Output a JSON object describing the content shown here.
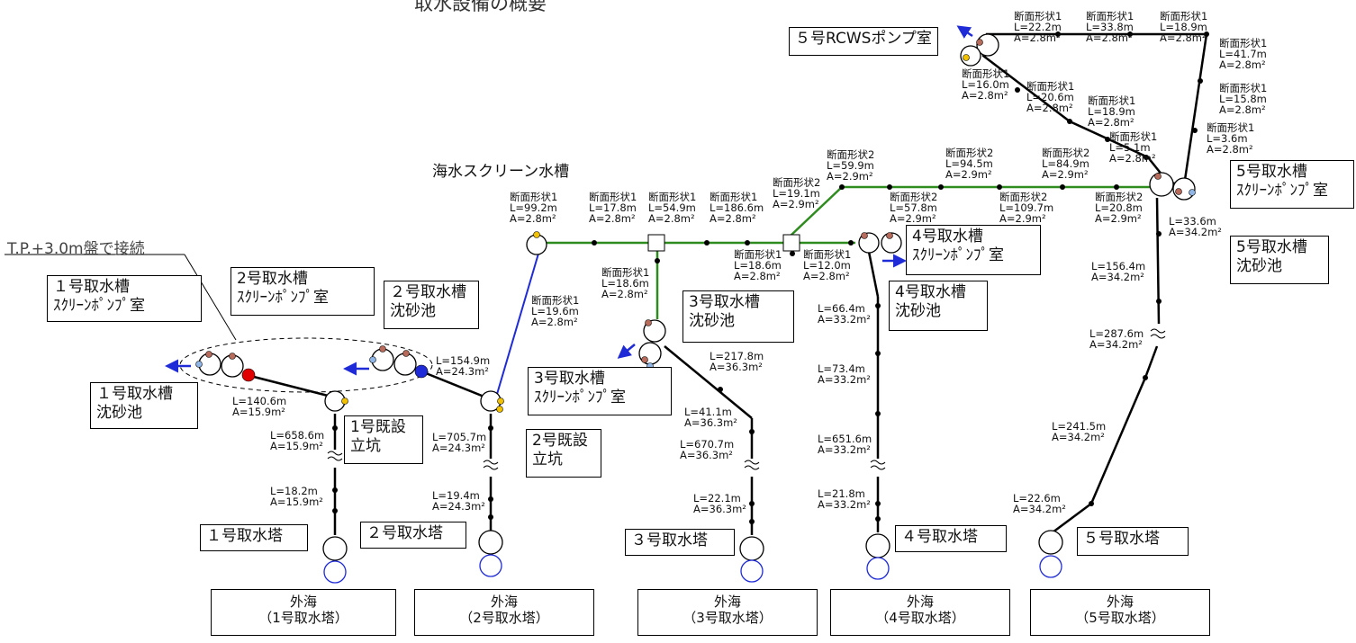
{
  "title": "取水設備の概要",
  "note_tp": "T.P.+3.0m盤で接続",
  "sea_screen_label": "海水スクリーン水槽",
  "facilities": {
    "u1_screen": "１号取水槽\nｽｸﾘｰﾝﾎﾟﾝﾌﾟ室",
    "u1_basin": "１号取水槽\n沈砂池",
    "u1_shaft": "1号既設\n立坑",
    "u1_tower": "１号取水塔",
    "u2_screen": "2号取水槽\nｽｸﾘｰﾝﾎﾟﾝﾌﾟ室",
    "u2_basin": "２号取水槽\n沈砂池",
    "u2_shaft": "2号既設\n立坑",
    "u2_tower": "２号取水塔",
    "u3_basin": "3号取水槽\n沈砂池",
    "u3_screen": "3号取水槽\nｽｸﾘｰﾝﾎﾟﾝﾌﾟ室",
    "u3_tower": "３号取水塔",
    "u4_screen": "4号取水槽\nｽｸﾘｰﾝﾎﾟﾝﾌﾟ室",
    "u4_basin": "4号取水槽\n沈砂池",
    "u4_tower": "４号取水塔",
    "u5_screen": "5号取水槽\nｽｸﾘｰﾝﾎﾟﾝﾌﾟ室",
    "u5_basin": "5号取水槽\n沈砂池",
    "u5_tower": "５号取水塔",
    "rcws": "５号RCWSポンプ室"
  },
  "oceans": [
    "外海\n（1号取水塔）",
    "外海\n（2号取水塔）",
    "外海\n（3号取水塔）",
    "外海\n（4号取水塔）",
    "外海\n（5号取水塔）"
  ],
  "labels": {
    "u1_a": "L=140.6m\nA=15.9m²",
    "u1_b": "L=658.6m\nA=15.9m²",
    "u1_c": "L=18.2m\nA=15.9m²",
    "u2_a": "L=154.9m\nA=24.3m²",
    "u2_b": "L=705.7m\nA=24.3m²",
    "u2_c": "L=19.4m\nA=24.3m²",
    "u3_a": "L=217.8m\nA=36.3m²",
    "u3_b": "L=41.1m\nA=36.3m²",
    "u3_c": "L=670.7m\nA=36.3m²",
    "u3_d": "L=22.1m\nA=36.3m²",
    "u4_a": "L=66.4m\nA=33.2m²",
    "u4_b": "L=73.4m\nA=33.2m²",
    "u4_c": "L=651.6m\nA=33.2m²",
    "u4_d": "L=21.8m\nA=33.2m²",
    "u5_a": "L=33.6m\nA=34.2m²",
    "u5_b": "L=156.4m\nA=34.2m²",
    "u5_c": "L=287.6m\nA=34.2m²",
    "u5_d": "L=241.5m\nA=34.2m²",
    "u5_e": "L=22.6m\nA=34.2m²",
    "blue_1": "断面形状1\nL=19.6m\nA=2.8m²",
    "sw_1": "断面形状1\nL=99.2m\nA=2.8m²",
    "sw_2": "断面形状1\nL=17.8m\nA=2.8m²",
    "sw_3": "断面形状1\nL=54.9m\nA=2.8m²",
    "sw_4": "断面形状1\nL=186.6m\nA=2.8m²",
    "sw_5": "断面形状1\nL=18.6m\nA=2.8m²",
    "sw_6": "断面形状1\nL=18.6m\nA=2.8m²",
    "sw_7": "断面形状1\nL=12.0m\nA=2.8m²",
    "sw_8": "断面形状2\nL=19.1m\nA=2.9m²",
    "sw_9": "断面形状2\nL=59.9m\nA=2.9m²",
    "sw_10": "断面形状2\nL=57.8m\nA=2.9m²",
    "sw_11": "断面形状2\nL=94.5m\nA=2.9m²",
    "sw_12": "断面形状2\nL=109.7m\nA=2.9m²",
    "sw_13": "断面形状2\nL=84.9m\nA=2.9m²",
    "sw_14": "断面形状2\nL=20.8m\nA=2.9m²",
    "sw_15": "断面形状1\nL=5.1m\nA=2.8m²",
    "rc_1": "断面形状1\nL=22.2m\nA=2.8m²",
    "rc_2": "断面形状1\nL=33.8m\nA=2.8m²",
    "rc_3": "断面形状1\nL=18.9m\nA=2.8m²",
    "rc_4": "断面形状1\nL=41.7m\nA=2.8m²",
    "rc_5": "断面形状1\nL=15.8m\nA=2.8m²",
    "rc_6": "断面形状1\nL=3.6m\nA=2.8m²",
    "rc_7": "断面形状1\nL=16.0m\nA=2.8m²",
    "rc_8": "断面形状1\nL=20.6m\nA=2.8m²",
    "rc_9": "断面形状1\nL=18.9m\nA=2.8m²"
  },
  "colors": {
    "main_pipe": "#000000",
    "seawater_pipe": "#2e8b1e",
    "branch_pipe": "#1f2bd6",
    "arrow": "#1f2bd6",
    "red_node": "#e00000",
    "blue_node": "#1f2bd6",
    "yellow_node": "#f2c200",
    "brown_node": "#b86b5a",
    "lightblue_node": "#8fb6e6"
  }
}
